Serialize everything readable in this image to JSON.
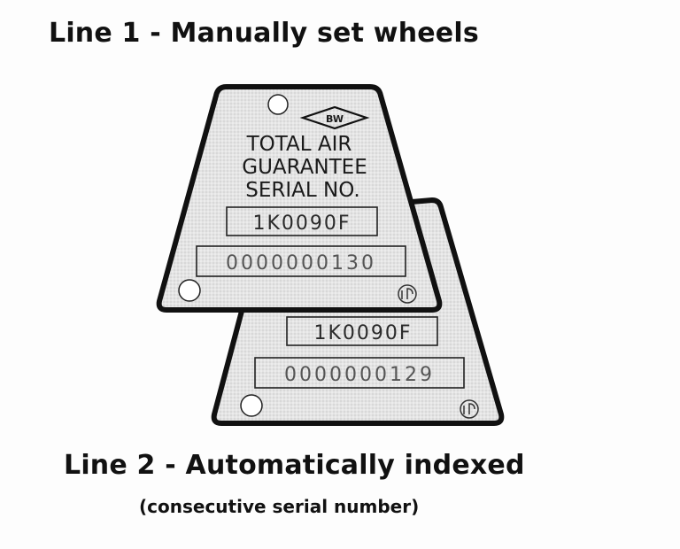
{
  "heading_top": "Line 1 - Manually set wheels",
  "heading_bottom": "Line 2 - Automatically indexed",
  "heading_bottom_sub": "(consecutive serial number)",
  "front_plate": {
    "logo": "BW",
    "title_lines": [
      "TOTAL AIR",
      "GUARANTEE",
      "SERIAL NO."
    ],
    "model_code": "1K0090F",
    "serial_number": "0000000130"
  },
  "back_plate": {
    "model_code": "1K0090F",
    "serial_number": "0000000129"
  },
  "colors": {
    "plate_fill": "#e6e6e6",
    "plate_border": "#111111",
    "text": "#111111"
  },
  "icons": {
    "corner_mark": "ul-mark-icon",
    "logo": "bw-diamond-logo"
  }
}
